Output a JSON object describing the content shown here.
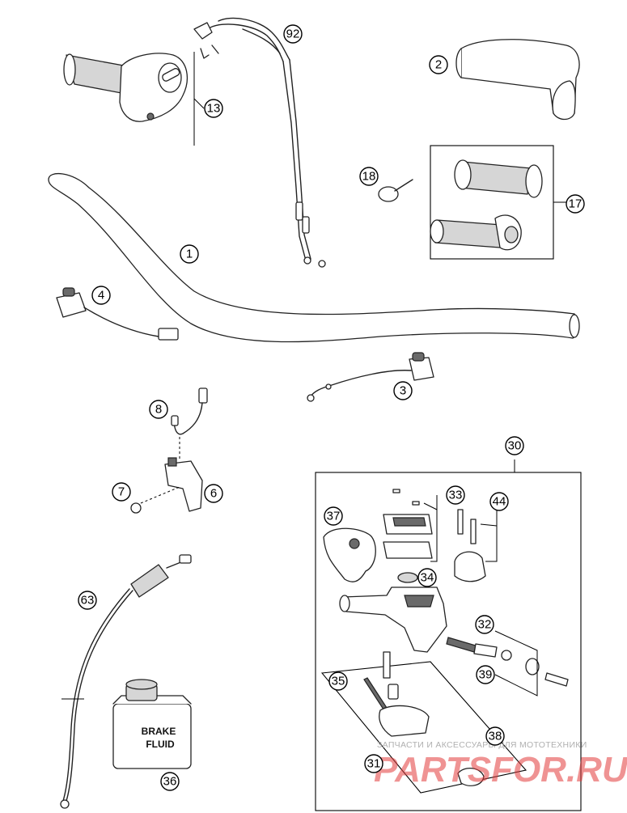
{
  "callouts": [
    {
      "id": "c92",
      "label": "92"
    },
    {
      "id": "c2",
      "label": "2"
    },
    {
      "id": "c13",
      "label": "13"
    },
    {
      "id": "c18",
      "label": "18"
    },
    {
      "id": "c17",
      "label": "17"
    },
    {
      "id": "c1",
      "label": "1"
    },
    {
      "id": "c4",
      "label": "4"
    },
    {
      "id": "c3",
      "label": "3"
    },
    {
      "id": "c8",
      "label": "8"
    },
    {
      "id": "c7",
      "label": "7"
    },
    {
      "id": "c6",
      "label": "6"
    },
    {
      "id": "c30",
      "label": "30"
    },
    {
      "id": "c33",
      "label": "33"
    },
    {
      "id": "c44",
      "label": "44"
    },
    {
      "id": "c37",
      "label": "37"
    },
    {
      "id": "c34",
      "label": "34"
    },
    {
      "id": "c63",
      "label": "63"
    },
    {
      "id": "c32",
      "label": "32"
    },
    {
      "id": "c39",
      "label": "39"
    },
    {
      "id": "c35",
      "label": "35"
    },
    {
      "id": "c38",
      "label": "38"
    },
    {
      "id": "c31",
      "label": "31"
    },
    {
      "id": "c36",
      "label": "36"
    }
  ],
  "bottle": {
    "line1": "BRAKE",
    "line2": "FLUID"
  },
  "watermark": {
    "tagline": "ЗАПЧАСТИ И АКСЕССУАРЫ ДЛЯ МОТОТЕХНИКИ",
    "brand": "PARTSFOR.RU"
  }
}
